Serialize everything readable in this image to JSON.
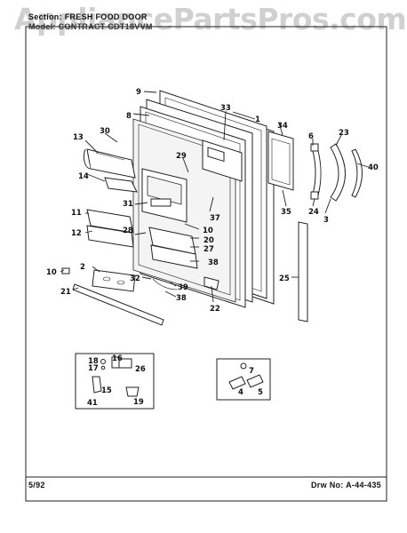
{
  "header": {
    "section_line": "Section: FRESH FOOD DOOR",
    "model_line": "Model: CONTRACT CDT18VVM"
  },
  "watermark": "AppliancePartsPros.com",
  "footer": {
    "date": "5/92",
    "drawing_number": "Drw No: A-44-435"
  },
  "callouts": {
    "c1": "1",
    "c2": "2",
    "c3": "3",
    "c4": "4",
    "c5": "5",
    "c6": "6",
    "c7": "7",
    "c8": "8",
    "c9": "9",
    "c10a": "10",
    "c10b": "10",
    "c11": "11",
    "c12": "12",
    "c13": "13",
    "c14": "14",
    "c15": "15",
    "c16": "16",
    "c17": "17",
    "c18": "18",
    "c19": "19",
    "c20": "20",
    "c21": "21",
    "c22": "22",
    "c23": "23",
    "c24": "24",
    "c25": "25",
    "c26": "26",
    "c27": "27",
    "c28": "28",
    "c29": "29",
    "c30": "30",
    "c31": "31",
    "c32": "32",
    "c33": "33",
    "c34": "34",
    "c35": "35",
    "c37": "37",
    "c38a": "38",
    "c38b": "38",
    "c39": "39",
    "c40": "40",
    "c41": "41"
  }
}
